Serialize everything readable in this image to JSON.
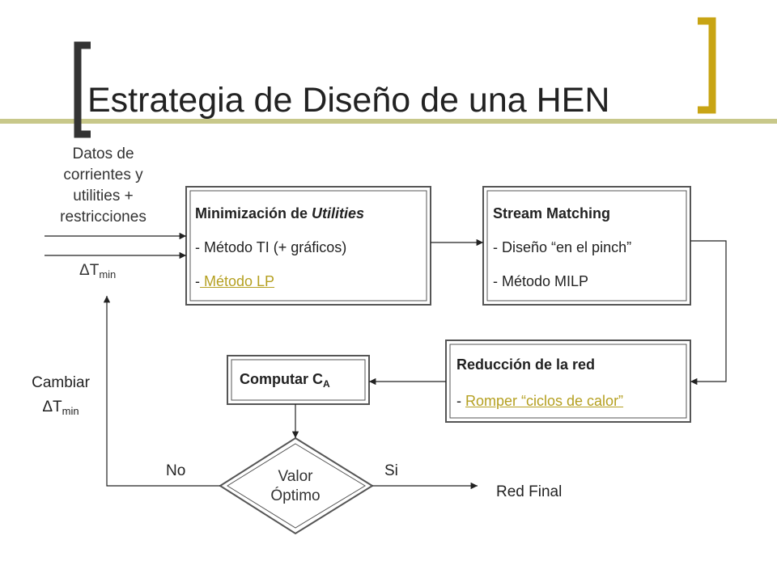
{
  "title": "Estrategia de Diseño de una HEN",
  "inputs": {
    "datos_lines": [
      "Datos de",
      "corrientes y",
      "utilities +",
      "restricciones"
    ],
    "delta_t": "ΔT",
    "delta_t_sub": "min"
  },
  "box_minimizacion": {
    "title_prefix": "Minimización de ",
    "title_italic": "Utilities",
    "line1": "- Método TI (+ gráficos)",
    "line2_prefix": "-",
    "line2_link": " Método LP"
  },
  "box_stream": {
    "title": "Stream Matching",
    "line1": "- Diseño “en el pinch”",
    "line2": "- Método MILP"
  },
  "box_reduccion": {
    "title": "Reducción de la red",
    "line1_prefix": "- ",
    "line1_link": "Romper “ciclos de calor”"
  },
  "box_computar": {
    "label": "Computar C",
    "label_sub": "A"
  },
  "decision": {
    "line1": "Valor",
    "line2": "Óptimo",
    "no": "No",
    "si": "Si"
  },
  "red_final": "Red Final",
  "cambiar": {
    "line1": "Cambiar",
    "delta": "ΔT",
    "delta_sub": "min"
  },
  "colors": {
    "accent_gold": "#c8a414",
    "accent_olive": "#c8c88a",
    "link": "#b5a021"
  }
}
